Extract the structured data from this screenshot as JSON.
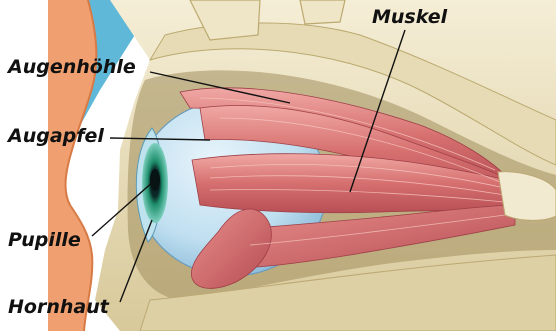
{
  "labels": {
    "muskel": "Muskel",
    "augenhoehle": "Augenhöhle",
    "augapfel": "Augapfel",
    "pupille": "Pupille",
    "hornhaut": "Hornhaut"
  },
  "colors": {
    "skin": "#f0a070",
    "skin_edge": "#d87a45",
    "sky": "#5fb8d8",
    "bone": "#efe6c8",
    "bone_shadow": "#cdbf8e",
    "orbit_dark": "#9a8a58",
    "eyeball": "#c9e4f2",
    "eyeball_shade": "#8fc0dc",
    "iris": "#1e8a6a",
    "pupil": "#0a1a1a",
    "muscle": "#d9777a",
    "muscle_light": "#f2b6b0",
    "tendon": "#f1ead0",
    "leader": "#111111"
  }
}
